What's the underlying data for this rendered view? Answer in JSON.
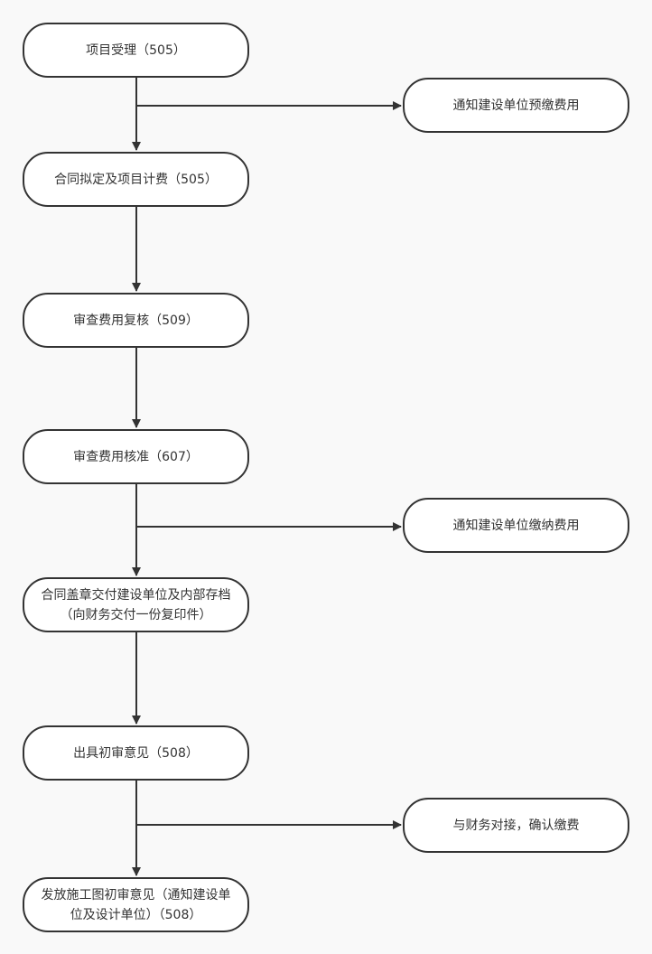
{
  "colors": {
    "background": "#f9f9f9",
    "stroke": "#333333",
    "node_fill": "#ffffff",
    "text": "#333333"
  },
  "flowchart": {
    "main": [
      {
        "id": "n1",
        "label": "项目受理（505）"
      },
      {
        "id": "n2",
        "label": "合同拟定及项目计费（505）"
      },
      {
        "id": "n3",
        "label": "审查费用复核（509）"
      },
      {
        "id": "n4",
        "label": "审查费用核准（607）"
      },
      {
        "id": "n5",
        "label": "合同盖章交付建设单位及内部存档（向财务交付一份复印件）"
      },
      {
        "id": "n6",
        "label": "出具初审意见（508）"
      },
      {
        "id": "n7",
        "label": "发放施工图初审意见（通知建设单位及设计单位）（508）"
      }
    ],
    "side": [
      {
        "id": "s1",
        "label": "通知建设单位预缴费用"
      },
      {
        "id": "s2",
        "label": "通知建设单位缴纳费用"
      },
      {
        "id": "s3",
        "label": "与财务对接，确认缴费"
      }
    ]
  }
}
